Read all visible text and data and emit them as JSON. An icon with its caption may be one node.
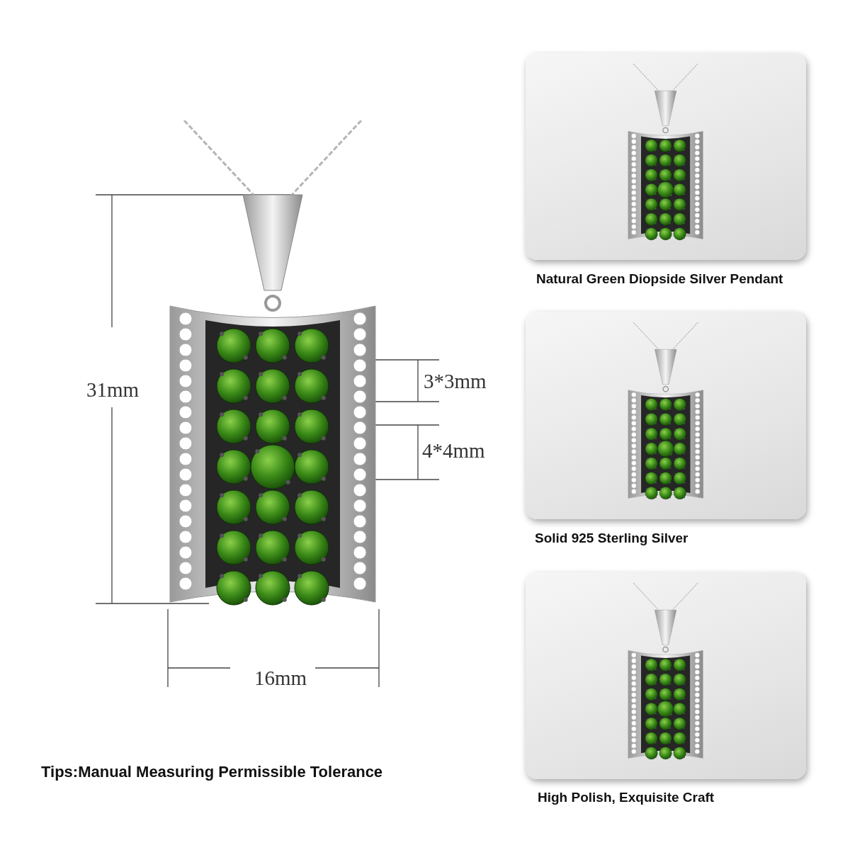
{
  "diagram": {
    "nodes": [
      {
        "text": [],
        "shape": "picture"
      },
      {
        "text": [],
        "shape": "picture",
        "beside": [
          "Natural Green Diopside Silver Pendant"
        ]
      },
      {
        "text": [],
        "shape": "picture",
        "beside": [
          "Solid 925 Sterling Silver"
        ]
      },
      {
        "text": [],
        "shape": "picture",
        "beside": [
          "High Polish, Exquisite Craft"
        ]
      }
    ],
    "labels": [
      "3*3mm",
      "31mm",
      "4*4mm",
      "16mm",
      "Tips:Manual Measuring Permissible Tolerance"
    ]
  }
}
